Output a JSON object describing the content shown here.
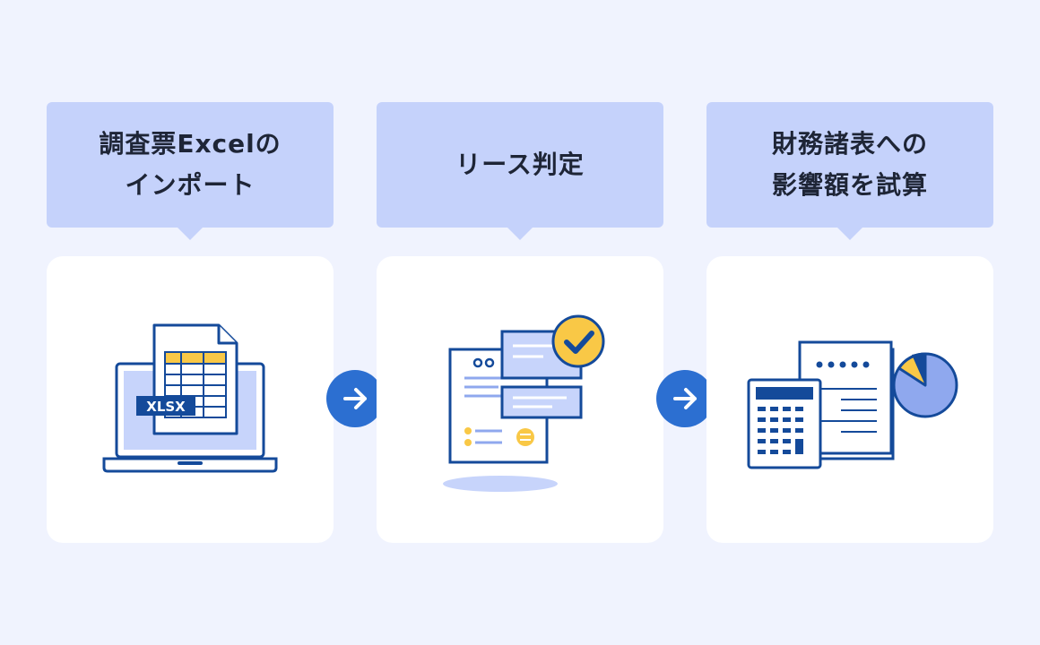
{
  "steps": [
    {
      "lines": [
        "調査票Excelの",
        "インポート"
      ],
      "badge": "XLSX"
    },
    {
      "lines": [
        "リース判定"
      ]
    },
    {
      "lines": [
        "財務諸表への",
        "影響額を試算"
      ]
    }
  ],
  "icons": [
    "laptop-excel-icon",
    "lease-judgment-document-icon",
    "calculator-report-icon",
    "arrow-right-icon"
  ],
  "colors": {
    "background": "#f0f3fe",
    "bubble": "#c5d2fb",
    "card": "#ffffff",
    "navy": "#144a9a",
    "arrow": "#2c6fd1",
    "yellow": "#f9c846",
    "light_blue": "#c7d4fb",
    "pie_blue": "#8fa8ee"
  }
}
